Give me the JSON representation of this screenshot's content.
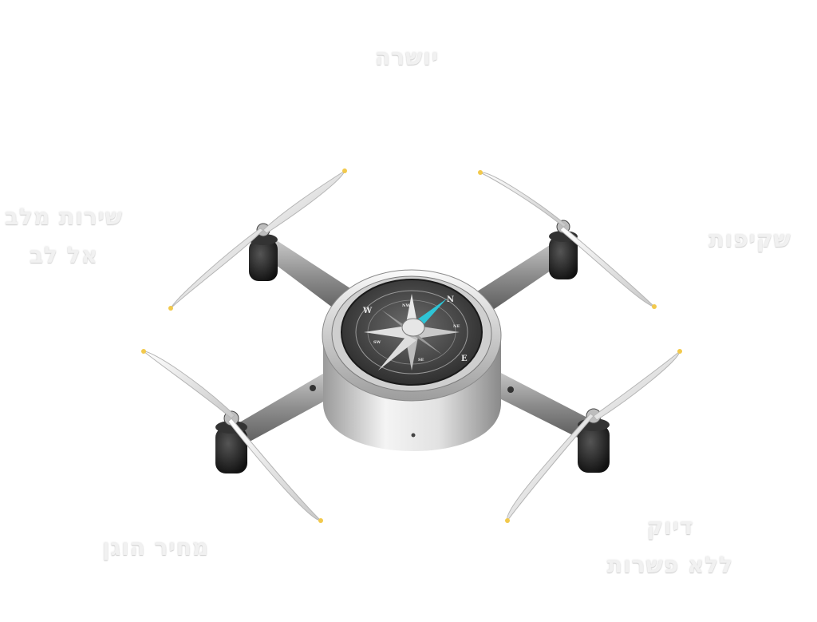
{
  "labels": {
    "top": "יושרה",
    "left_line1": "שירות מלב",
    "left_line2": "אל לב",
    "right": "שקיפות",
    "bottom_left": "מחיר הוגן",
    "bottom_right_line1": "דיוק",
    "bottom_right_line2": "ללא פשרות"
  },
  "compass": {
    "north": "N",
    "east": "E",
    "west": "W",
    "northwest": "NW",
    "northeast": "NE",
    "southwest": "SW",
    "southeast": "SE"
  },
  "colors": {
    "label_text": "#f1f1f1",
    "needle_north": "#2ec4d6",
    "blade_tip": "#f2c94c",
    "motor": "#1c1c1c"
  }
}
